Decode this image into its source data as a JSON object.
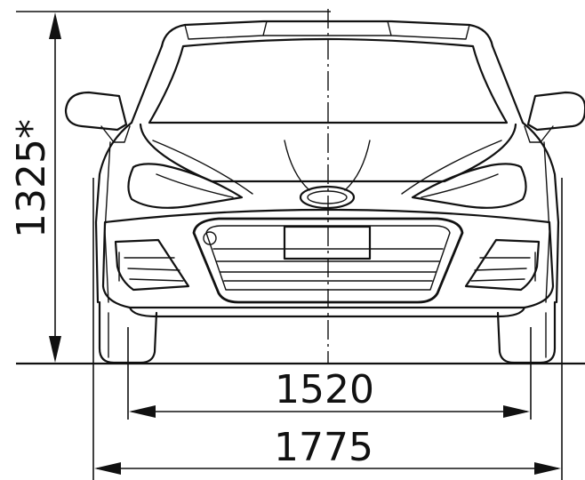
{
  "dimensions": {
    "height": {
      "value": "1325*"
    },
    "track": {
      "value": "1520"
    },
    "width": {
      "value": "1775"
    }
  },
  "colors": {
    "line": "#111111",
    "background": "#ffffff"
  }
}
